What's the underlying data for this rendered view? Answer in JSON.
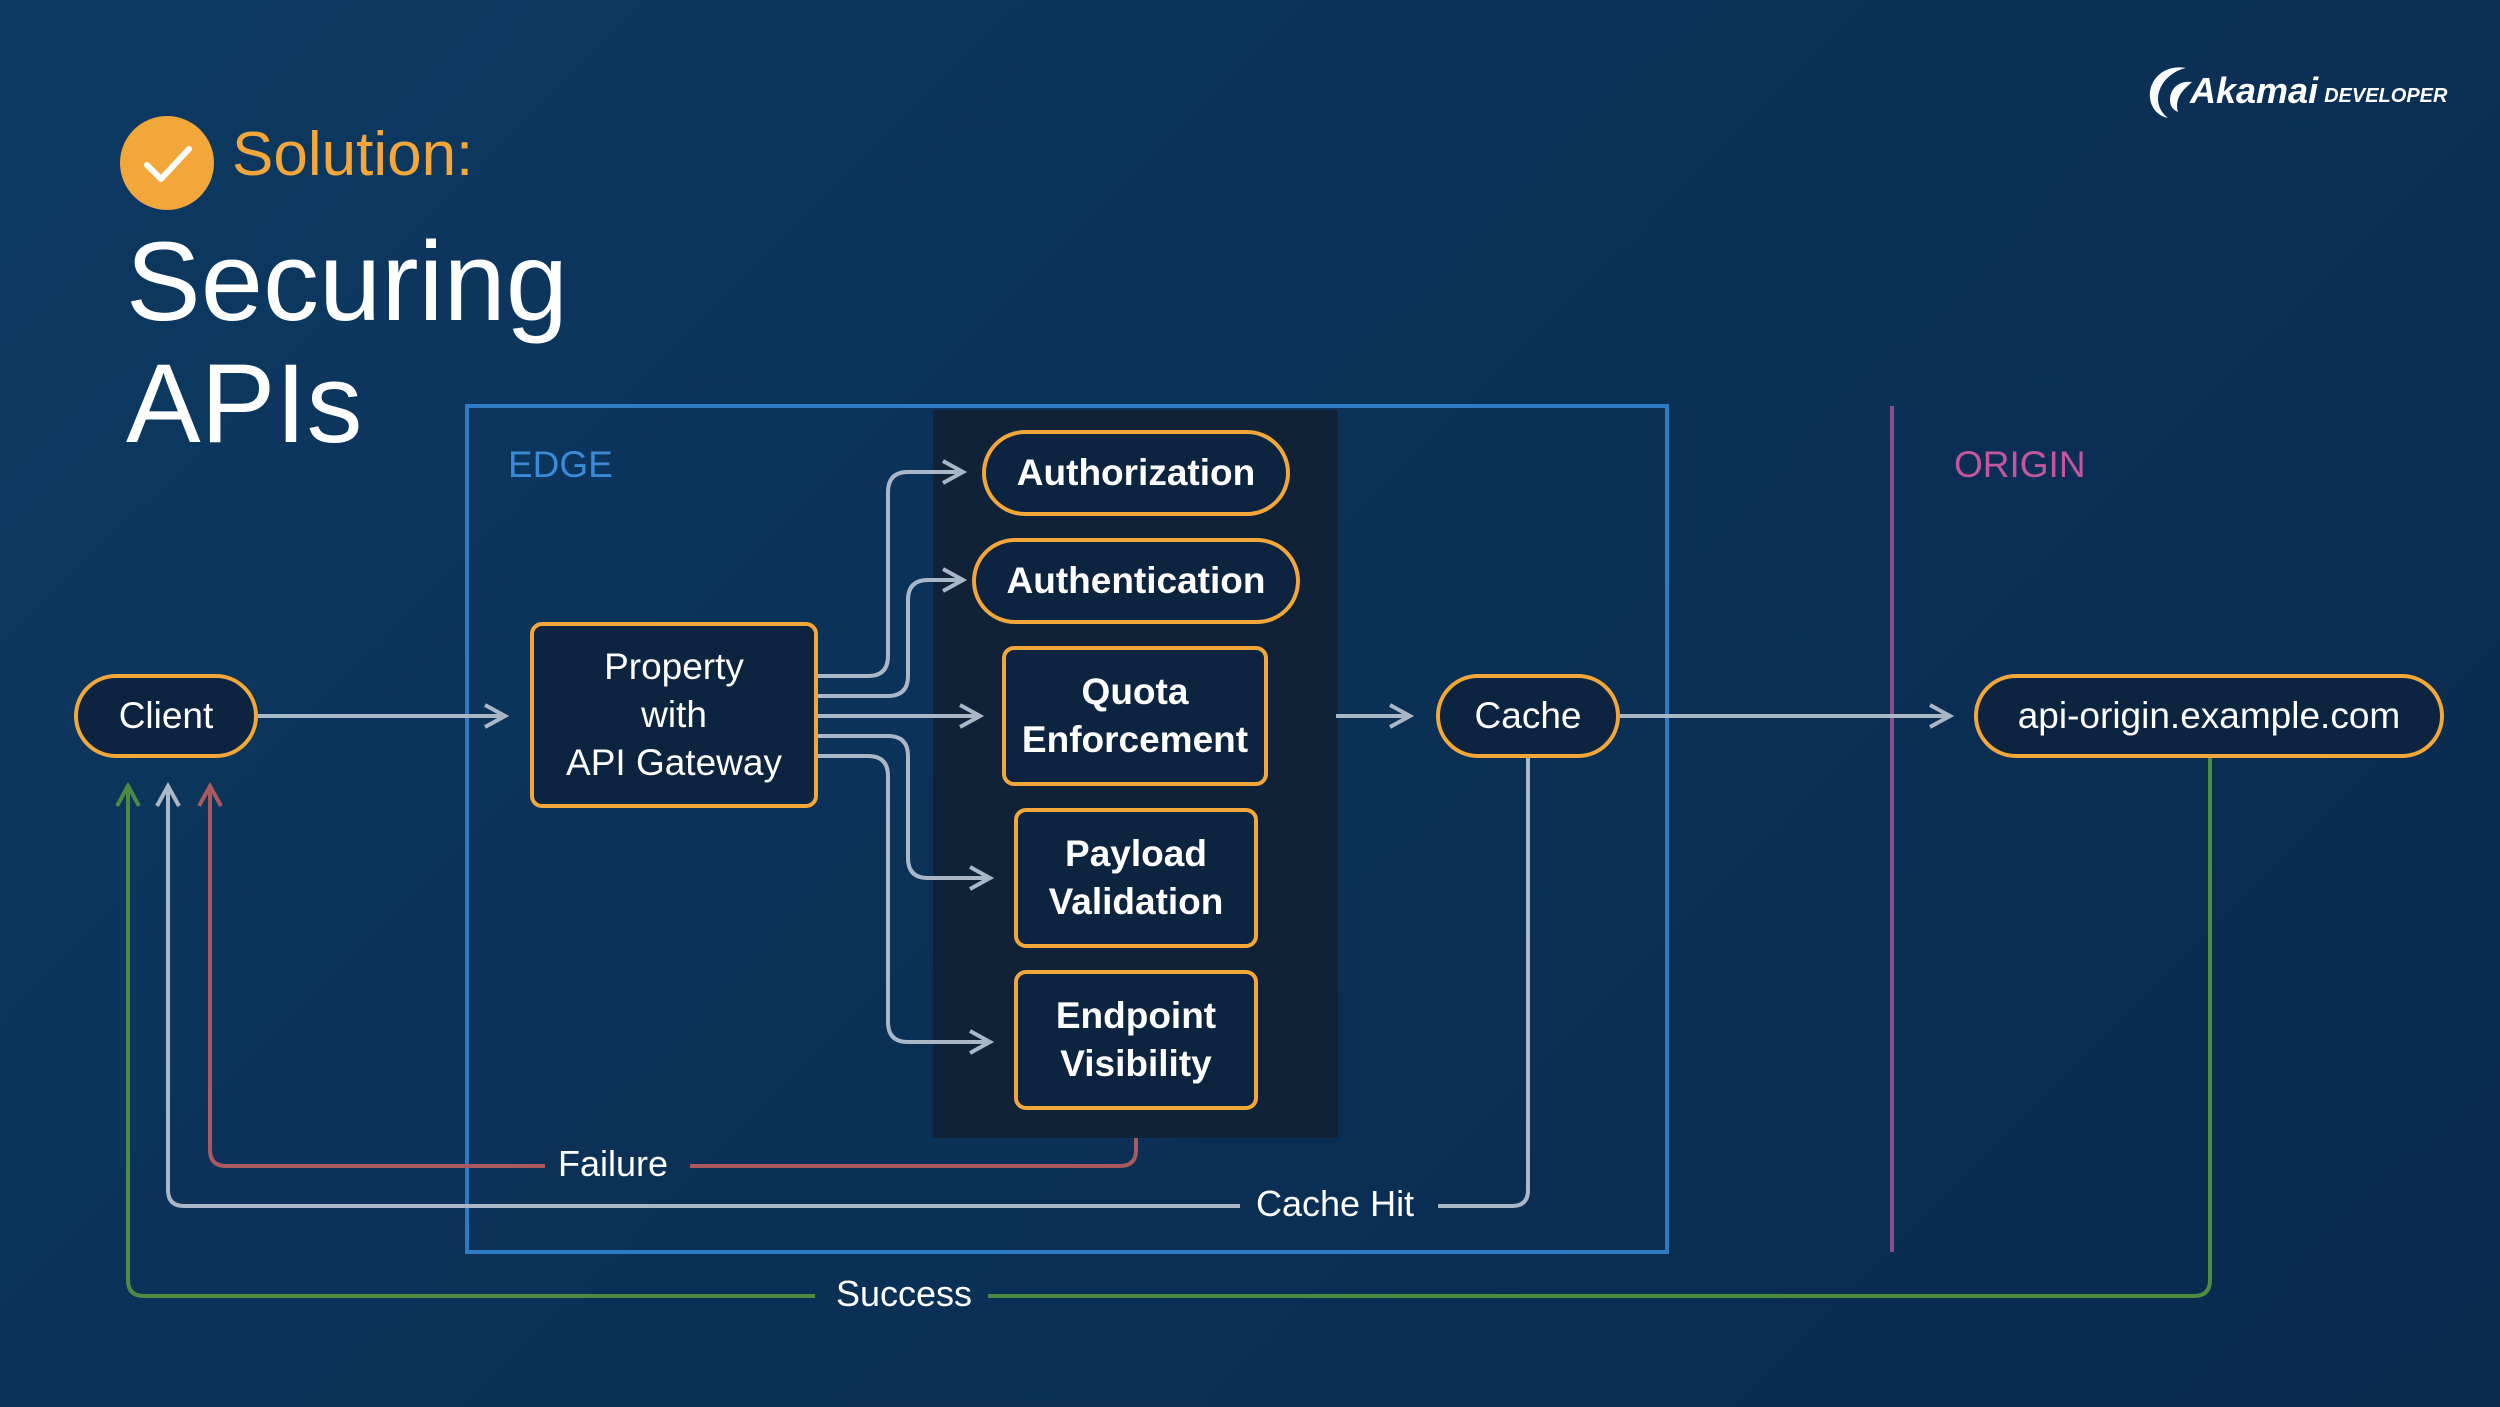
{
  "header": {
    "badge_icon": "checkmark-icon",
    "solution_label": "Solution:",
    "title_line1": "Securing",
    "title_line2": "APIs"
  },
  "brand": {
    "logo_text": "Akamai",
    "logo_suffix": "DEVELOPER"
  },
  "zones": {
    "edge_label": "EDGE",
    "origin_label": "ORIGIN"
  },
  "nodes": {
    "client": "Client",
    "property_line1": "Property",
    "property_line2": "with",
    "property_line3": "API Gateway",
    "authorization": "Authorization",
    "authentication": "Authentication",
    "quota_line1": "Quota",
    "quota_line2": "Enforcement",
    "payload_line1": "Payload",
    "payload_line2": "Validation",
    "endpoint_line1": "Endpoint",
    "endpoint_line2": "Visibility",
    "cache": "Cache",
    "origin": "api-origin.example.com"
  },
  "flows": {
    "failure": "Failure",
    "cache_hit": "Cache Hit",
    "success": "Success"
  },
  "colors": {
    "accent_orange": "#f3a63a",
    "edge_blue": "#2e7bc4",
    "origin_pink": "#c4559f",
    "failure_red": "#a85a5e",
    "success_green": "#4f8a42",
    "arrow_gray": "#a9b7c6"
  }
}
